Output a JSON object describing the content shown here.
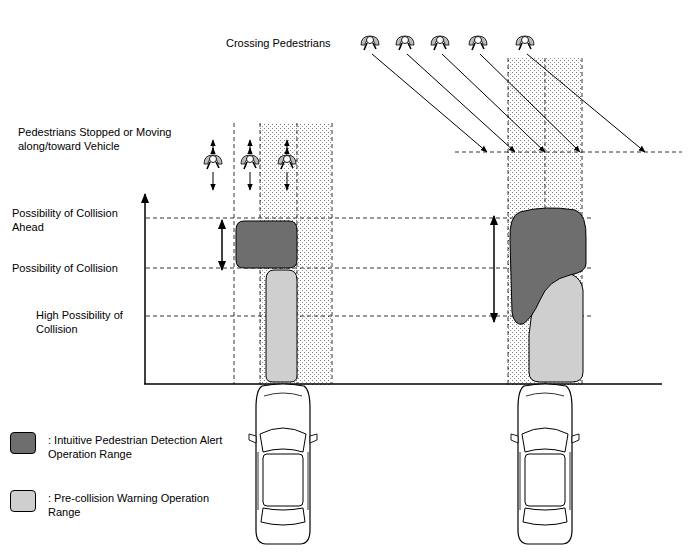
{
  "diagram": {
    "labels": [
      "Crossing Pedestrians",
      "Pedestrians Stopped or Moving along/toward Vehicle",
      "Possibility of Collision Ahead",
      "Possibility of Collision",
      "High Possibility of Collision"
    ],
    "legend": [
      {
        "text": ": Intuitive Pedestrian Detection Alert Operation Range",
        "color": "#6e6e6e"
      },
      {
        "text": ": Pre-collision Warning Operation Range",
        "color": "#cfcfcf"
      }
    ]
  }
}
